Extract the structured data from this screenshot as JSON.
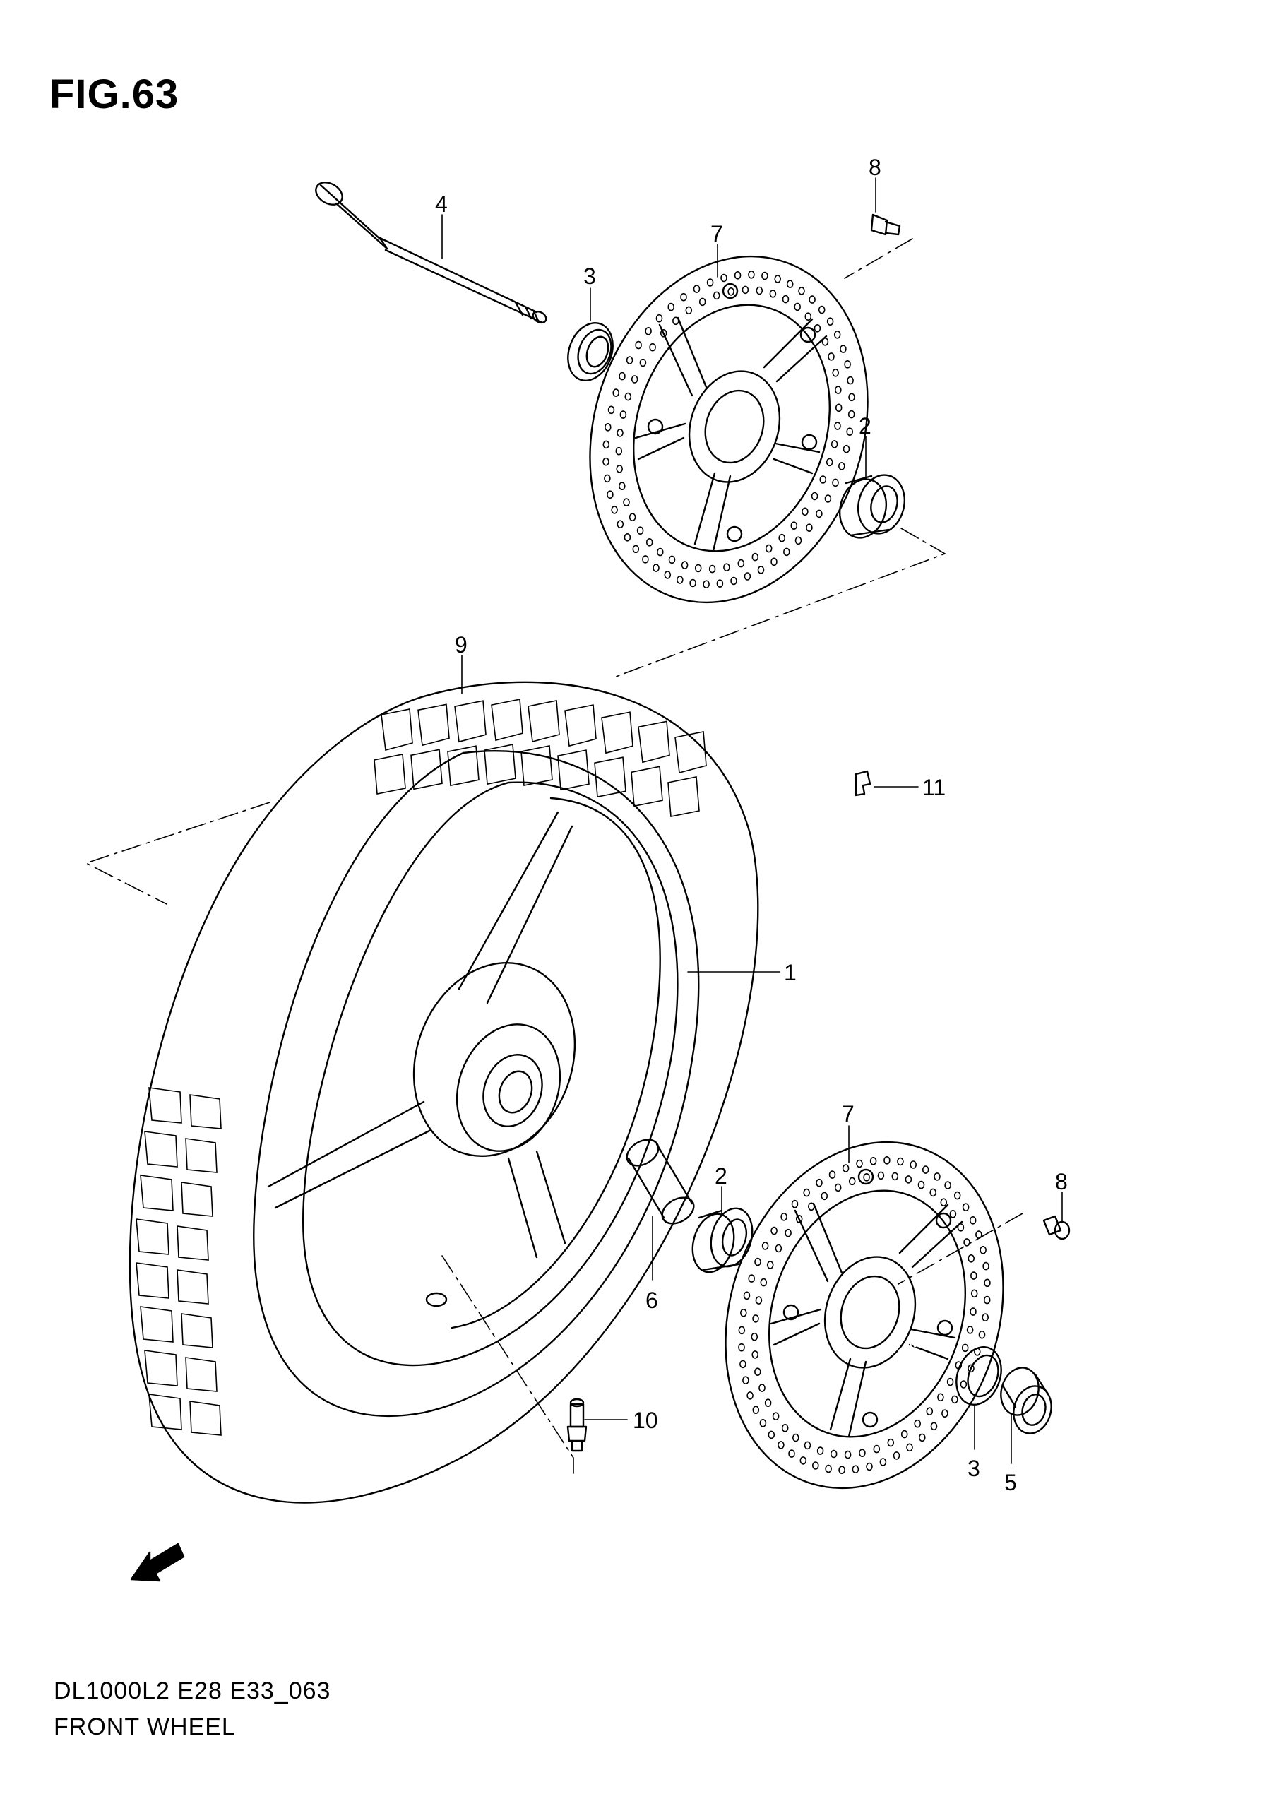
{
  "figure": {
    "title": "FIG.63",
    "code": "DL1000L2 E28 E33_063",
    "name": "FRONT WHEEL",
    "fwd_label": "FWD"
  },
  "callouts": [
    {
      "id": "c1",
      "label": "1"
    },
    {
      "id": "c2a",
      "label": "2"
    },
    {
      "id": "c2b",
      "label": "2"
    },
    {
      "id": "c3a",
      "label": "3"
    },
    {
      "id": "c3b",
      "label": "3"
    },
    {
      "id": "c4",
      "label": "4"
    },
    {
      "id": "c5",
      "label": "5"
    },
    {
      "id": "c6",
      "label": "6"
    },
    {
      "id": "c7a",
      "label": "7"
    },
    {
      "id": "c7b",
      "label": "7"
    },
    {
      "id": "c8a",
      "label": "8"
    },
    {
      "id": "c8b",
      "label": "8"
    },
    {
      "id": "c9",
      "label": "9"
    },
    {
      "id": "c10",
      "label": "10"
    },
    {
      "id": "c11",
      "label": "11"
    }
  ]
}
